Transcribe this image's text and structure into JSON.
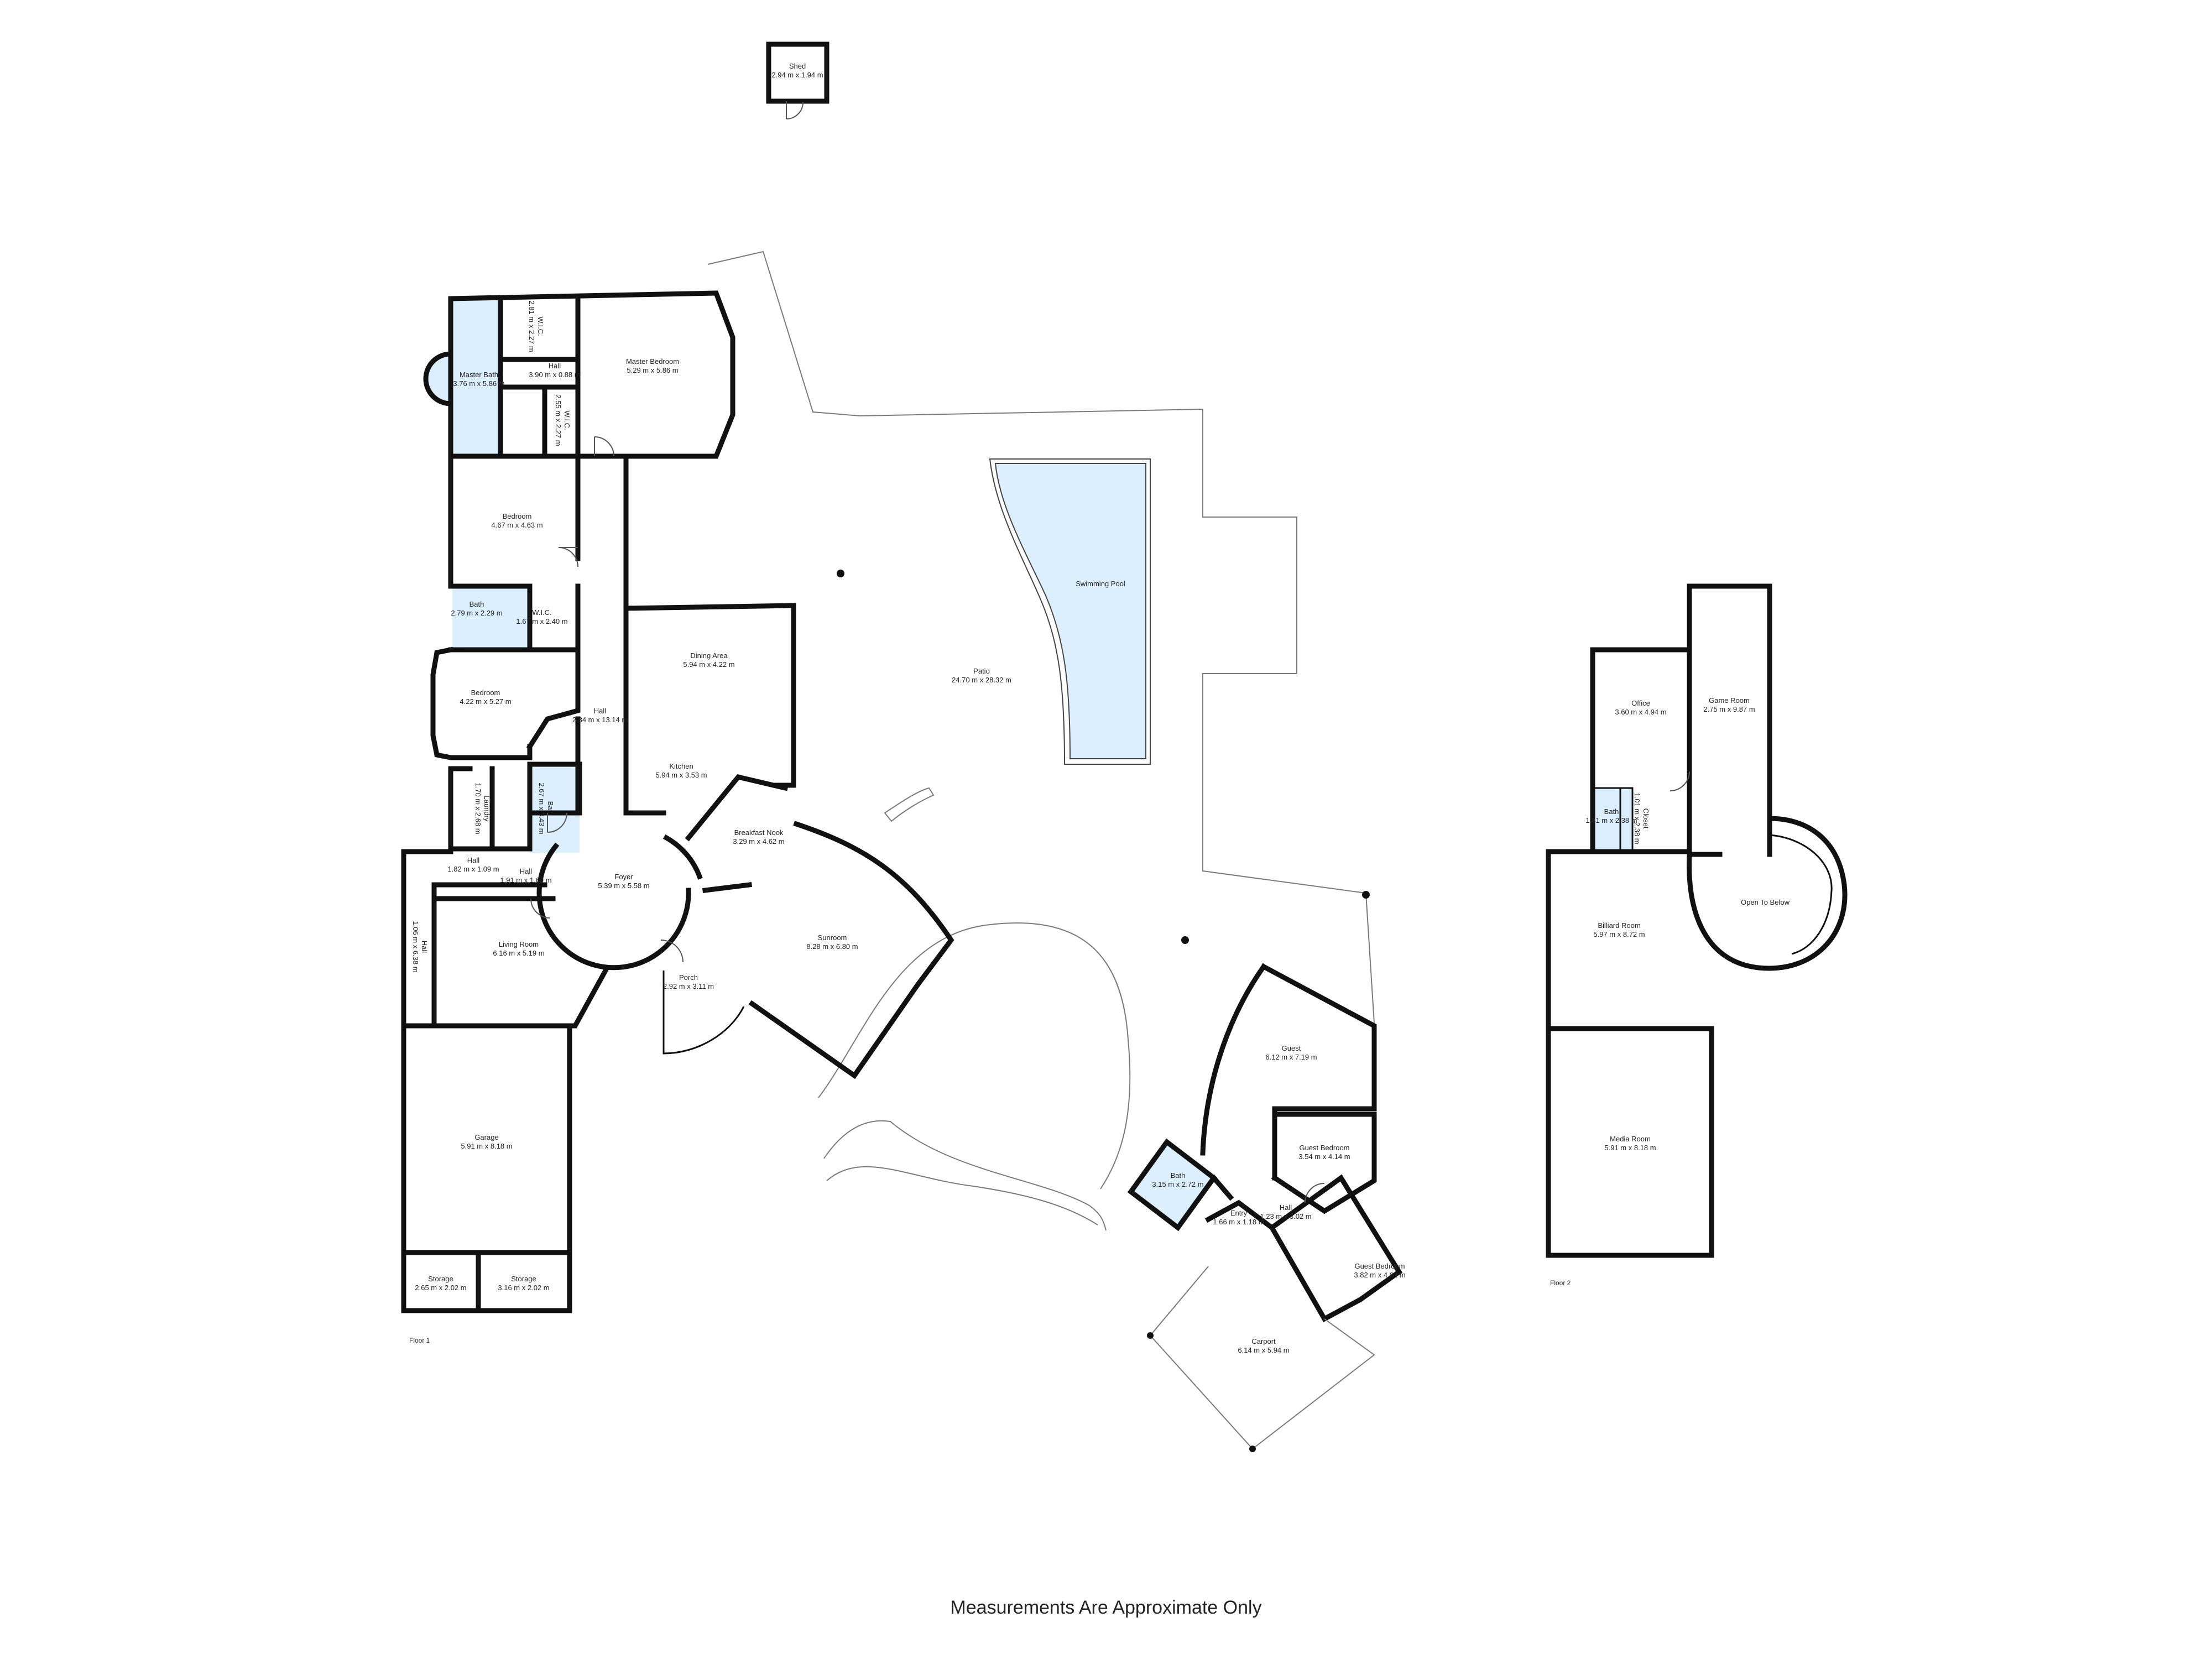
{
  "rooms": {
    "shed": {
      "name": "Shed",
      "dims": "2.94 m x 1.94 m"
    },
    "wic_top": {
      "name": "W.I.C.",
      "dims": "2.81 m x 2.27 m"
    },
    "master_bedroom": {
      "name": "Master Bedroom",
      "dims": "5.29 m x 5.86 m"
    },
    "master_bath": {
      "name": "Master Bath",
      "dims": "3.76 m x 5.86 m"
    },
    "hall_master": {
      "name": "Hall",
      "dims": "3.90 m x 0.88 m"
    },
    "wic_mid": {
      "name": "W.I.C.",
      "dims": "2.55 m x 2.27 m"
    },
    "bedroom_1": {
      "name": "Bedroom",
      "dims": "4.67 m x 4.63 m"
    },
    "bath_1": {
      "name": "Bath",
      "dims": "2.79 m x 2.29 m"
    },
    "wic_small": {
      "name": "W.I.C.",
      "dims": "1.67 m x 2.40 m"
    },
    "bedroom_2": {
      "name": "Bedroom",
      "dims": "4.22 m x 5.27 m"
    },
    "hall_main": {
      "name": "Hall",
      "dims": "2.84 m x 13.14 m"
    },
    "dining": {
      "name": "Dining Area",
      "dims": "5.94 m x 4.22 m"
    },
    "kitchen": {
      "name": "Kitchen",
      "dims": "5.94 m x 3.53 m"
    },
    "laundry": {
      "name": "Laundry",
      "dims": "1.70 m x 2.68 m"
    },
    "bath_2": {
      "name": "Bath",
      "dims": "2.67 m x 3.43 m"
    },
    "hall_small_1": {
      "name": "Hall",
      "dims": "1.82 m x 1.09 m"
    },
    "hall_small_2": {
      "name": "Hall",
      "dims": "1.91 m x 1.69 m"
    },
    "foyer": {
      "name": "Foyer",
      "dims": "5.39 m x 5.58 m"
    },
    "breakfast": {
      "name": "Breakfast Nook",
      "dims": "3.29 m x 4.62 m"
    },
    "hall_vertical": {
      "name": "Hall",
      "dims": "1.06 m x 6.38 m"
    },
    "living": {
      "name": "Living Room",
      "dims": "6.16 m x 5.19 m"
    },
    "porch": {
      "name": "Porch",
      "dims": "2.92 m x 3.11 m"
    },
    "sunroom": {
      "name": "Sunroom",
      "dims": "8.28 m x 6.80 m"
    },
    "garage": {
      "name": "Garage",
      "dims": "5.91 m x 8.18 m"
    },
    "storage_1": {
      "name": "Storage",
      "dims": "2.65 m x 2.02 m"
    },
    "storage_2": {
      "name": "Storage",
      "dims": "3.16 m x 2.02 m"
    },
    "pool": {
      "name": "Swimming Pool",
      "dims": ""
    },
    "patio": {
      "name": "Patio",
      "dims": "24.70 m x 28.32 m"
    },
    "guest": {
      "name": "Guest",
      "dims": "6.12 m x 7.19 m"
    },
    "guest_bedroom_1": {
      "name": "Guest Bedroom",
      "dims": "3.54 m x 4.14 m"
    },
    "bath_guest": {
      "name": "Bath",
      "dims": "3.15 m x 2.72 m"
    },
    "entry": {
      "name": "Entry",
      "dims": "1.66 m x 1.18 m"
    },
    "hall_guest": {
      "name": "Hall",
      "dims": "1.23 m x 3.02 m"
    },
    "guest_bedroom_2": {
      "name": "Guest Bedroom",
      "dims": "3.82 m x 4.02 m"
    },
    "carport": {
      "name": "Carport",
      "dims": "6.14 m x 5.94 m"
    },
    "office": {
      "name": "Office",
      "dims": "3.60 m x 4.94 m"
    },
    "game_room": {
      "name": "Game Room",
      "dims": "2.75 m x 9.87 m"
    },
    "bath_f2": {
      "name": "Bath",
      "dims": "1.61 m x 2.38 m"
    },
    "closet_f2": {
      "name": "Closet",
      "dims": "1.01 m x 2.38 m"
    },
    "open_below": {
      "name": "Open To Below",
      "dims": ""
    },
    "billiard": {
      "name": "Billiard Room",
      "dims": "5.97 m x 8.72 m"
    },
    "media": {
      "name": "Media Room",
      "dims": "5.91 m x 8.18 m"
    }
  },
  "floors": {
    "floor1": "Floor 1",
    "floor2": "Floor 2"
  },
  "disclaimer": "Measurements Are Approximate Only",
  "colors": {
    "wall": "#111111",
    "wet_room": "#dcefff",
    "outline": "#7a7a7a"
  }
}
